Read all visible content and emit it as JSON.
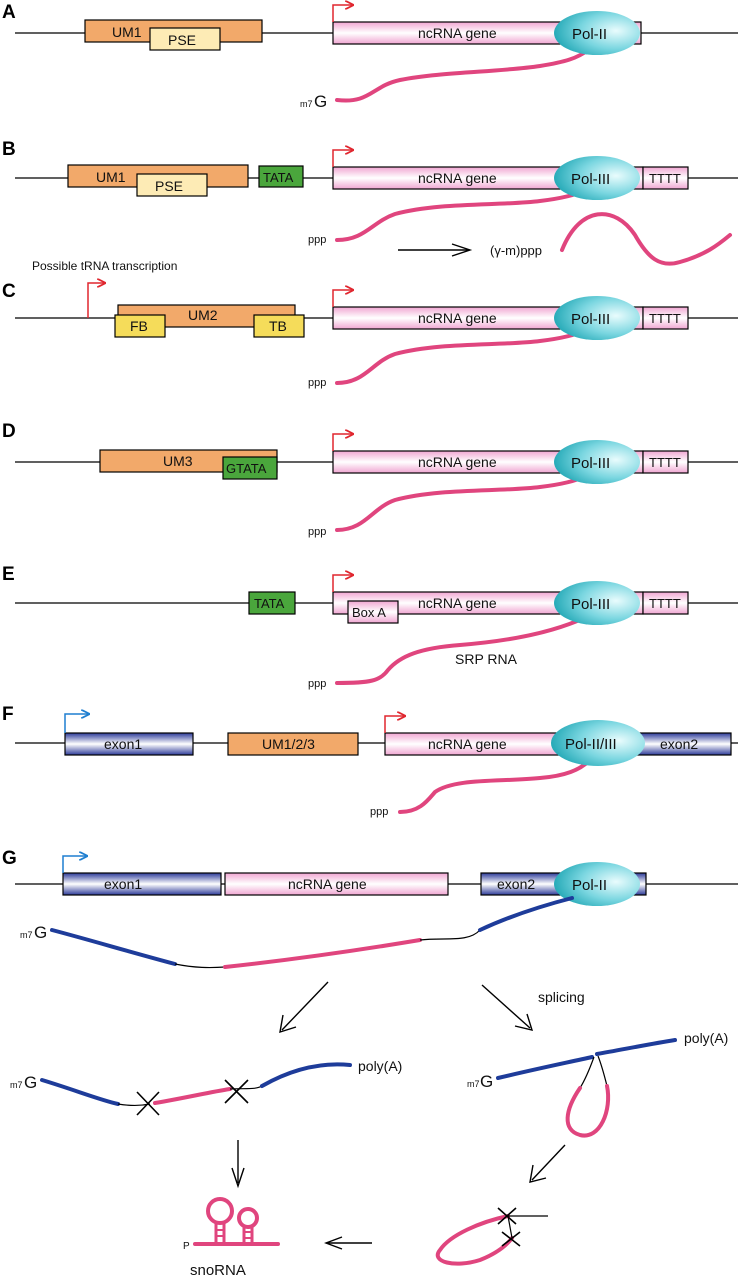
{
  "panels": {
    "a": "A",
    "b": "B",
    "c": "C",
    "d": "D",
    "e": "E",
    "f": "F",
    "g": "G"
  },
  "labels": {
    "um1": "UM1",
    "um2": "UM2",
    "um3": "UM3",
    "um123": "UM1/2/3",
    "pse": "PSE",
    "tata": "TATA",
    "gtata": "GTATA",
    "fb": "FB",
    "tb": "TB",
    "ncrna": "ncRNA gene",
    "pol2": "Pol-II",
    "pol3": "Pol-III",
    "pol23": "Pol-II/III",
    "tttt": "TTTT",
    "boxa": "Box A",
    "exon1": "exon1",
    "exon2": "exon2",
    "m7g_m": "m7",
    "m7g_g": "G",
    "ppp": "ppp",
    "gamma_ppp": "(γ-m)ppp",
    "trna_note": "Possible tRNA transcription",
    "srp": "SRP RNA",
    "splicing": "splicing",
    "polya": "poly(A)",
    "snorna": "snoRNA",
    "p": "P"
  },
  "colors": {
    "orange": "#F2A96A",
    "pse": "#FDEBB5",
    "green": "#4AA63C",
    "yellow": "#F5DC5A",
    "pink_dark": "#F0A6D2",
    "rna": "#E0457E",
    "pol_dark": "#1FA6B4",
    "pol_light": "#C9F3F6",
    "exon_blue": "#2C3A99",
    "rna_blue": "#1E3C9A",
    "arrow_red": "#E0272F",
    "arrow_blue": "#1F7FD0"
  }
}
